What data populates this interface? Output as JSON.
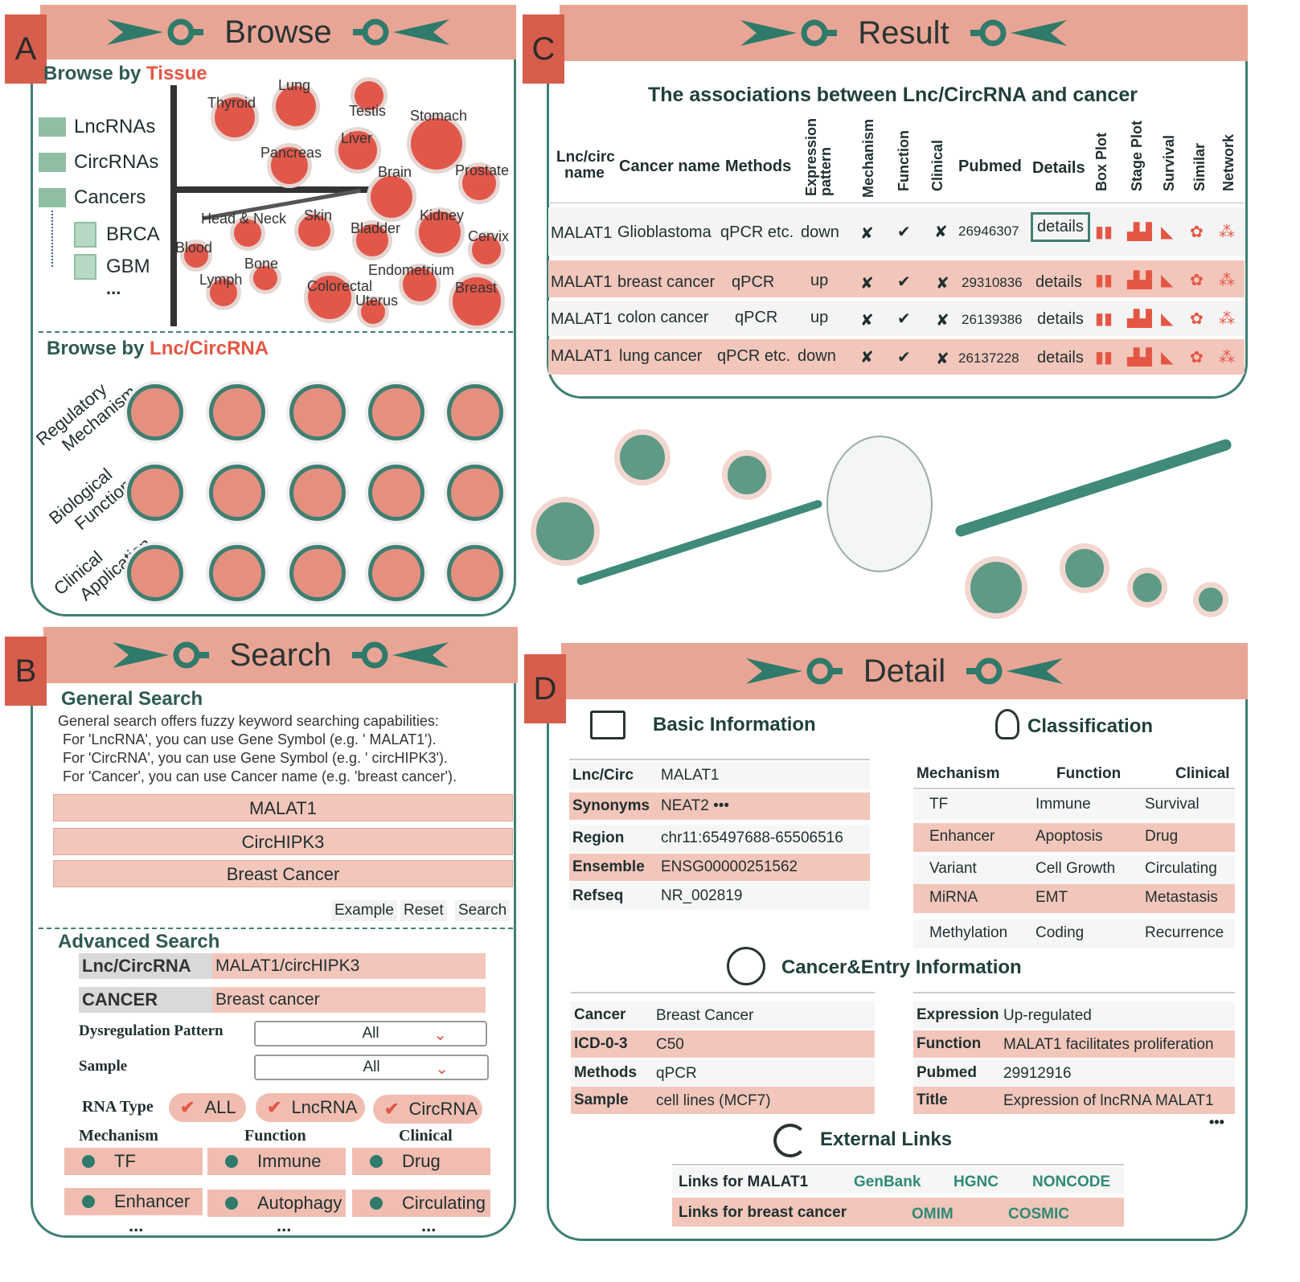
{
  "browse": {
    "letter": "A",
    "title": "Browse",
    "tissue_prefix": "Browse by ",
    "tissue_word": "Tissue",
    "tree": [
      "LncRNAs",
      "CircRNAs",
      "Cancers",
      "BRCA",
      "GBM",
      "..."
    ],
    "organs": [
      "Thyroid",
      "Lung",
      "Testis",
      "Stomach",
      "Pancreas",
      "Liver",
      "Brain",
      "Prostate",
      "Head & Neck",
      "Skin",
      "Bladder",
      "Kidney",
      "Cervix",
      "Blood",
      "Bone",
      "Endometrium",
      "Lymph",
      "Colorectal",
      "Uterus",
      "Breast"
    ],
    "lnc_prefix": "Browse by ",
    "lnc_word": "Lnc/CircRNA",
    "row_labels": [
      [
        "Regulatory",
        "Mechanism"
      ],
      [
        "Biological",
        "Function"
      ],
      [
        "Clinical",
        "Application"
      ]
    ]
  },
  "search": {
    "letter": "B",
    "title": "Search",
    "general_title": "General Search",
    "desc": [
      "General search offers fuzzy keyword searching capabilities:",
      "For 'LncRNA', you can use Gene Symbol (e.g. ' MALAT1').",
      "For 'CircRNA', you can use Gene Symbol (e.g. ' circHIPK3').",
      "For 'Cancer', you can use Cancer name (e.g. 'breast cancer')."
    ],
    "examples": [
      "MALAT1",
      "CircHIPK3",
      "Breast Cancer"
    ],
    "buttons": [
      "Example",
      "Reset",
      "Search"
    ],
    "advanced_title": "Advanced Search",
    "lnc_label": "Lnc/CircRNA",
    "lnc_value": "MALAT1/circHIPK3",
    "cancer_label": "CANCER",
    "cancer_value": "Breast cancer",
    "dys_label": "Dysregulation Pattern",
    "dys_value": "All",
    "sample_label": "Sample",
    "sample_value": "All",
    "rna_label": "RNA Type",
    "rna_types": [
      "ALL",
      "LncRNA",
      "CircRNA"
    ],
    "cols": [
      "Mechanism",
      "Function",
      "Clinical"
    ],
    "opts": [
      [
        "TF",
        "Immune",
        "Drug"
      ],
      [
        "Enhancer",
        "Autophagy",
        "Circulating"
      ]
    ],
    "more": "..."
  },
  "result": {
    "letter": "C",
    "title": "Result",
    "heading": "The associations between Lnc/CircRNA and cancer",
    "headers": [
      "Lnc/circ name",
      "Cancer name",
      "Methods",
      "Expression pattern",
      "Mechanism",
      "Function",
      "Clinical",
      "Pubmed",
      "Details",
      "Box Plot",
      "Stage Plot",
      "Survival",
      "Similar",
      "Network"
    ],
    "rows": [
      [
        "MALAT1",
        "Glioblastoma",
        "qPCR etc.",
        "down",
        "✘",
        "✔",
        "✘",
        "26946307",
        "details"
      ],
      [
        "MALAT1",
        "breast cancer",
        "qPCR",
        "up",
        "✘",
        "✔",
        "✘",
        "29310836",
        "details"
      ],
      [
        "MALAT1",
        "colon cancer",
        "qPCR",
        "up",
        "✘",
        "✔",
        "✘",
        "26139386",
        "details"
      ],
      [
        "MALAT1",
        "lung cancer",
        "qPCR etc.",
        "down",
        "✘",
        "✔",
        "✘",
        "26137228",
        "details"
      ]
    ]
  },
  "detail": {
    "letter": "D",
    "title": "Detail",
    "basic_title": "Basic Information",
    "basic": [
      [
        "Lnc/Circ",
        "MALAT1"
      ],
      [
        "Synonyms",
        "NEAT2 •••"
      ],
      [
        "Region",
        "chr11:65497688-65506516"
      ],
      [
        "Ensemble",
        "ENSG00000251562"
      ],
      [
        "Refseq",
        "NR_002819"
      ]
    ],
    "class_title": "Classification",
    "class_headers": [
      "Mechanism",
      "Function",
      "Clinical"
    ],
    "class_rows": [
      [
        "TF",
        "Immune",
        "Survival"
      ],
      [
        "Enhancer",
        "Apoptosis",
        "Drug"
      ],
      [
        "Variant",
        "Cell Growth",
        "Circulating"
      ],
      [
        "MiRNA",
        "EMT",
        "Metastasis"
      ],
      [
        "Methylation",
        "Coding",
        "Recurrence"
      ]
    ],
    "entry_title": "Cancer&Entry Information",
    "entry_left": [
      [
        "Cancer",
        "Breast Cancer"
      ],
      [
        "ICD-0-3",
        "C50"
      ],
      [
        "Methods",
        "qPCR"
      ],
      [
        "Sample",
        "cell lines (MCF7)"
      ]
    ],
    "entry_right": [
      [
        "Expression",
        "Up-regulated"
      ],
      [
        "Function",
        "MALAT1 facilitates proliferation"
      ],
      [
        "Pubmed",
        "29912916"
      ],
      [
        "Title",
        "Expression of lncRNA MALAT1"
      ]
    ],
    "entry_more": "•••",
    "links_title": "External Links",
    "links": [
      {
        "label": "Links for MALAT1",
        "items": [
          "GenBank",
          "HGNC",
          "NONCODE"
        ]
      },
      {
        "label": "Links for breast cancer",
        "items": [
          "OMIM",
          "COSMIC"
        ]
      }
    ]
  },
  "colors": {
    "banner": "#e8a595",
    "letter": "#d75d4c",
    "teal": "#3f7f73",
    "accent": "#e45644",
    "pink_row": "#f3c6bb"
  }
}
